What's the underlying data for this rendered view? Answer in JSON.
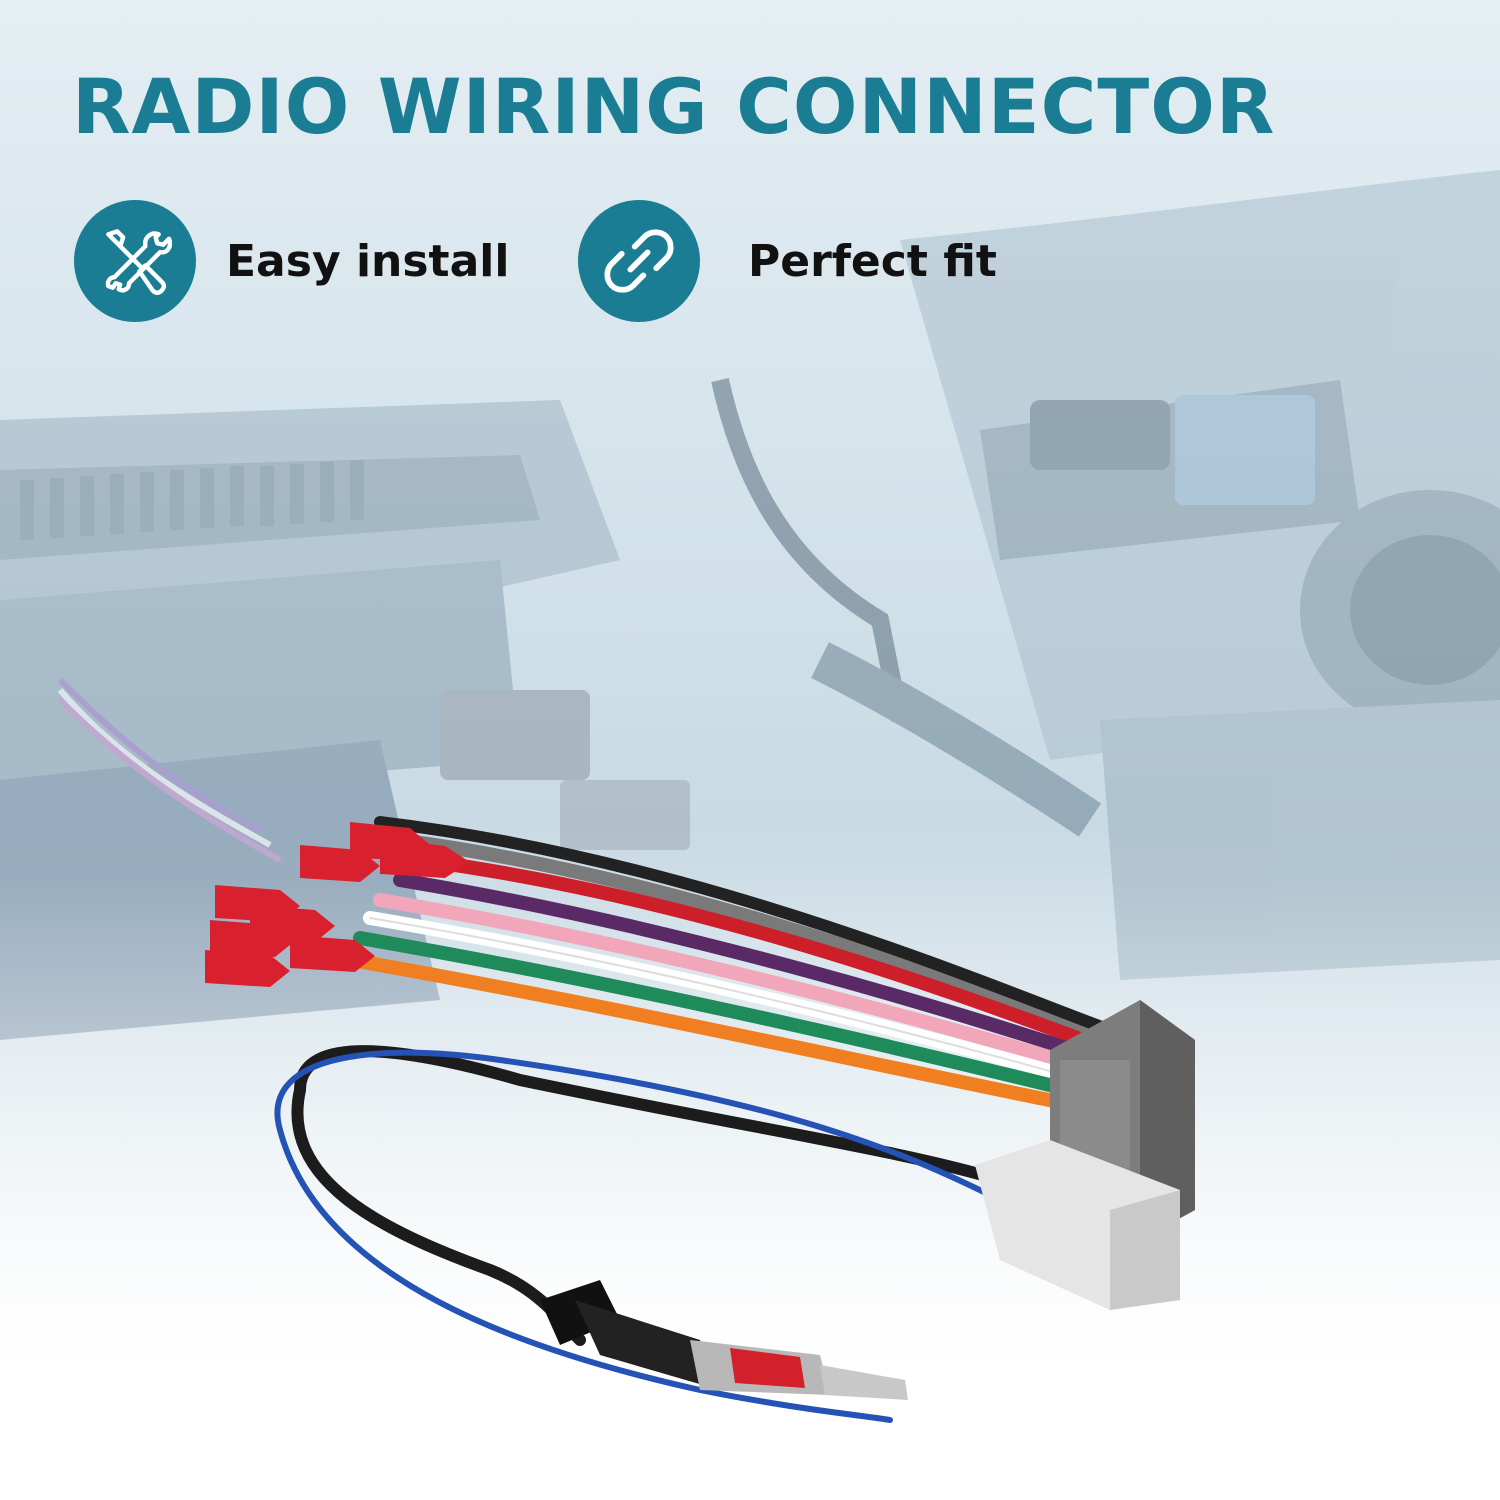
{
  "header": {
    "title": "RADIO WIRING CONNECTOR"
  },
  "features": [
    {
      "label": "Easy install",
      "icon": "tools-icon"
    },
    {
      "label": "Perfect fit",
      "icon": "link-icon"
    }
  ],
  "colors": {
    "accent": "#1a7d93",
    "text": "#111111",
    "icon_fg": "#ffffff"
  },
  "product": {
    "image": "radio-wiring-harness-photo"
  }
}
